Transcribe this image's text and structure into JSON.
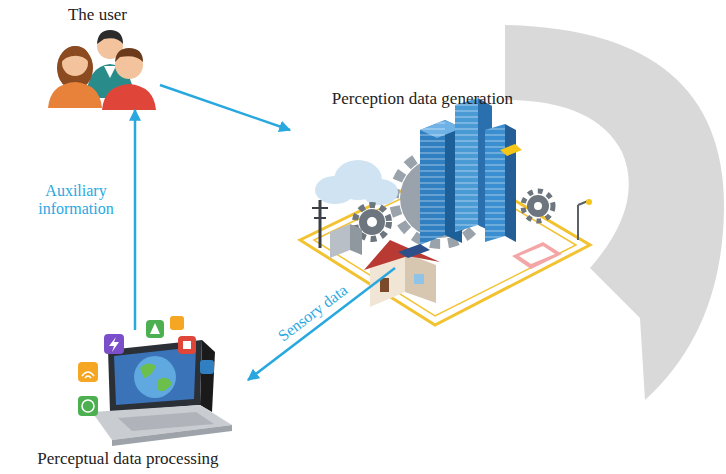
{
  "diagram": {
    "nodes": [
      {
        "text": [
          "The user"
        ]
      },
      {
        "text": [
          "Perception data generation"
        ]
      },
      {
        "text": [
          "Perceptual data processing"
        ]
      }
    ],
    "edges": [
      {
        "from": 0,
        "to": 1,
        "arrow": "to"
      },
      {
        "from": 1,
        "to": 2,
        "label": "Sensory data",
        "arrow": "to"
      },
      {
        "from": 2,
        "to": 0,
        "label": "Auxiliary information",
        "arrow": "to"
      }
    ]
  }
}
